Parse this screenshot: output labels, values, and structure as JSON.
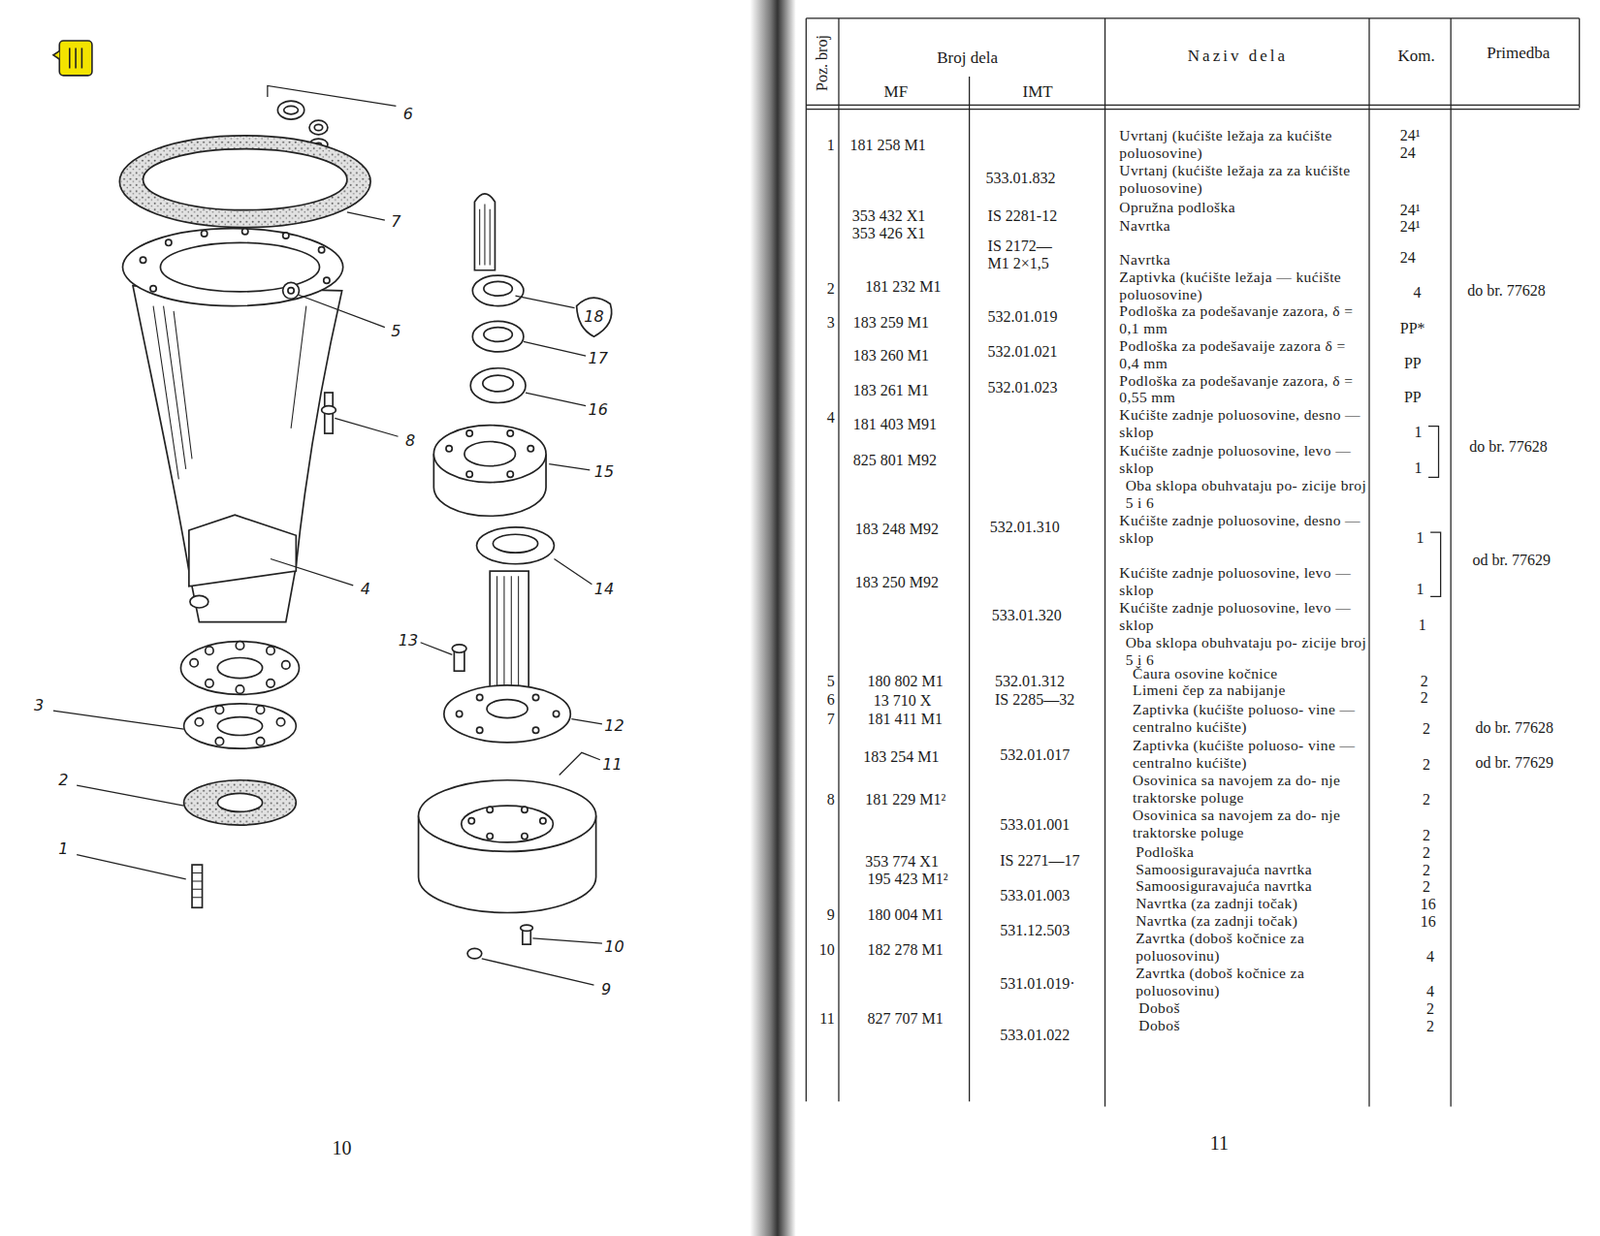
{
  "diagram": {
    "labels": [
      "6",
      "7",
      "5",
      "8",
      "18",
      "17",
      "16",
      "15",
      "4",
      "14",
      "13",
      "3",
      "12",
      "11",
      "2",
      "1",
      "10",
      "9",
      "10",
      "Poz. broj",
      "Broj dela",
      "MF",
      "IMT",
      "Naziv dela",
      "Kom.",
      "Primedba",
      "1",
      "181 258 M1",
      "Uvrtanj (kućište ležaja za kućište poluosovine)",
      "24¹",
      "533.01.832",
      "Uvrtanj (kućište ležaja za za kućište poluosovine)",
      "24",
      "353 432 X1",
      "IS 2281-12",
      "Opružna podloška",
      "24¹",
      "353 426 X1",
      "Navrtka",
      "24¹",
      "IS 2172— M1 2×1,5",
      "Navrtka",
      "24",
      "2",
      "181 232 M1",
      "Zaptivka (kućište ležaja — kućište poluosovine)",
      "4",
      "do br. 77628",
      "3",
      "183 259 M1",
      "532.01.019",
      "Podloška za podešavanje zazora, δ = 0,1 mm",
      "PP*",
      "183 260 M1",
      "532.01.021",
      "Podloška za podešavaije zazora δ = 0,4 mm",
      "PP",
      "183 261 M1",
      "532.01.023",
      "Podloška za podešavanje zazora, δ = 0,55 mm",
      "PP",
      "4",
      "181 403 M91",
      "Kućište zadnje poluosovine, desno — sklop",
      "1",
      "do br. 77628",
      "825 801 M92",
      "Kućište zadnje poluosovine, levo — sklop",
      "1",
      "Oba sklopa obuhvataju po- zicije broj 5 i 6",
      "183 248 M92",
      "532.01.310",
      "Kućište zadnje poluosovine, desno — sklop",
      "1",
      "od br. 77629",
      "183 250 M92",
      "Kućište zadnje poluosovine, levo — sklop",
      "1",
      "533.01.320",
      "Kućište zadnje poluosovine, levo — sklop",
      "1",
      "Oba sklopa obuhvataju po- zicije broj 5 i 6",
      "5",
      "180 802 M1",
      "532.01.312",
      "Čaura osovine kočnice",
      "2",
      "6",
      "13 710 X",
      "IS 2285—32",
      "Limeni čep za nabijanje",
      "2",
      "7",
      "181 411 M1",
      "Zaptivka (kućište poluoso- vine — centralno kućište)",
      "2",
      "do br. 77628",
      "183 254 M1",
      "532.01.017",
      "Zaptivka (kućište poluoso- vine — centralno kućište)",
      "2",
      "od br. 77629",
      "8",
      "181 229 M1²",
      "Osovinica sa navojem za do- nje traktorske poluge",
      "2",
      "533.01.001",
      "Osovinica sa navojem za do- nje traktorske poluge",
      "2",
      "353 774 X1",
      "IS 2271—17",
      "Podloška",
      "2",
      "195 423 M1²",
      "Samoosiguravajuća navrtka",
      "2",
      "533.01.003",
      "Samoosiguravajuća navrtka",
      "2",
      "9",
      "180 004 M1",
      "Navrtka (za zadnji točak)",
      "16",
      "531.12.503",
      "Navrtka (za zadnji točak)",
      "16",
      "10",
      "182 278 M1",
      "Zavrtka (doboš kočnice za poluosovinu)",
      "4",
      "531.01.019·",
      "Zavrtka (doboš kočnice za poluosovinu)",
      "4",
      "11",
      "827 707 M1",
      "Doboš",
      "2",
      "533.01.022",
      "Doboš",
      "2",
      "11"
    ]
  }
}
